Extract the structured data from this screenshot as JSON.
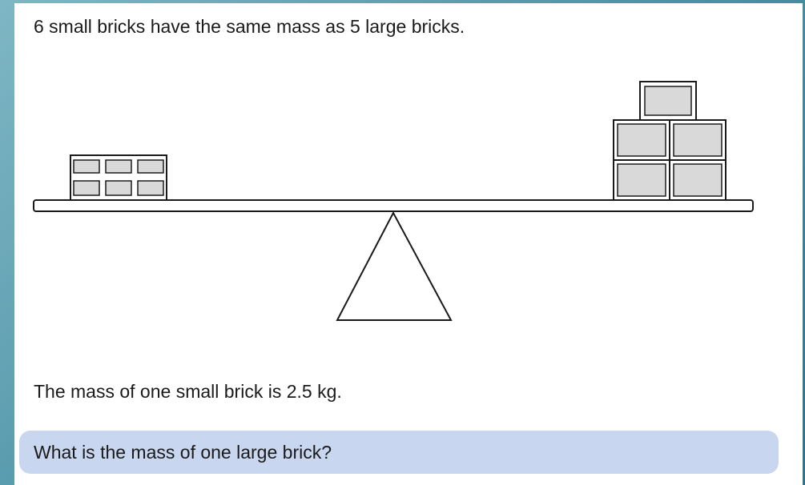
{
  "problem": {
    "intro": "6 small bricks have the same mass as 5 large bricks.",
    "given": "The mass of one small brick is 2.5 kg.",
    "question": "What is the mass of one large brick?"
  },
  "scene": {
    "left_pan_small_bricks": 6,
    "right_pan_large_bricks": 5,
    "balanced": true,
    "brick_fill": "#d9d9d9",
    "outline": "#1a1a1a"
  }
}
